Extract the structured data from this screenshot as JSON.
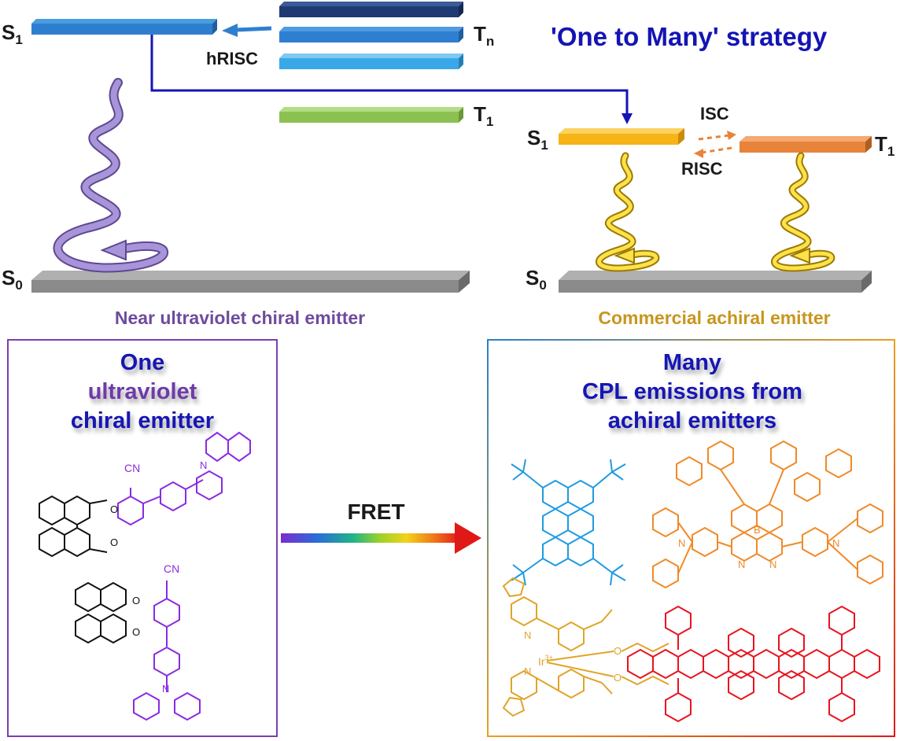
{
  "title": "'One to Many' strategy",
  "left_levels": {
    "s1": "S",
    "s1_sub": "1",
    "tn": "T",
    "tn_sub": "n",
    "t1": "T",
    "t1_sub": "1",
    "s0": "S",
    "s0_sub": "0"
  },
  "hrisc": "hRISC",
  "right_levels": {
    "s1": "S",
    "s1_sub": "1",
    "t1": "T",
    "t1_sub": "1",
    "s0": "S",
    "s0_sub": "0"
  },
  "isc": "ISC",
  "risc": "RISC",
  "caption_left": "Near ultraviolet chiral emitter",
  "caption_right": "Commercial achiral emitter",
  "box_left": {
    "line1": "One",
    "line2": "ultraviolet",
    "line3": "chiral emitter"
  },
  "box_right": {
    "line1": "Many",
    "line2": "CPL emissions from",
    "line3": "achiral emitters"
  },
  "fret": "FRET",
  "molecule_labels": {
    "cn": "CN",
    "o": "O",
    "n": "N",
    "b": "B",
    "ir": "Ir",
    "ir_charge": "3+"
  },
  "colors": {
    "navy": "#1f3a73",
    "blue": "#2f7fd0",
    "sky": "#3aa8e8",
    "green": "#8cc152",
    "orange_yellow": "#f6b417",
    "orange": "#e8833a",
    "gray": "#8a8a8a",
    "purple": "#8a2be2",
    "title_blue": "#1414b4",
    "caption_purple": "#6e4b9e",
    "caption_gold": "#c8961e",
    "box_purple": "#7a3fb0",
    "box_blue": "#2a7fc8",
    "mol_blue": "#1e9be0",
    "mol_orange": "#f08a28",
    "mol_gold": "#e0a428",
    "mol_red": "#e8141e"
  }
}
